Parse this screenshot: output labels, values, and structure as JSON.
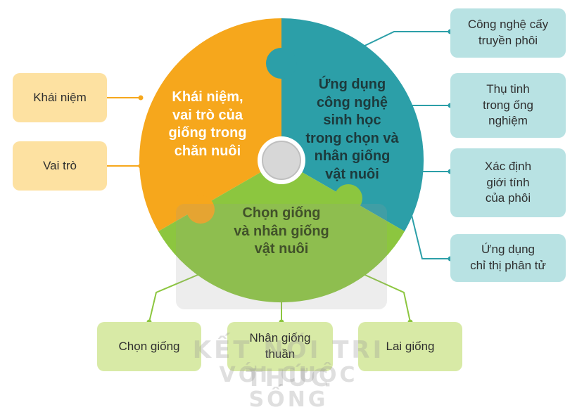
{
  "colors": {
    "orange": "#f6a71c",
    "teal": "#2c9fa8",
    "green": "#8cc63f",
    "hub": "#d7d7d7",
    "left_box": "#fde1a1",
    "right_box": "#b8e2e3",
    "bottom_box": "#d8eaa6"
  },
  "segments": {
    "orange": "Khái niệm,\nvai trò của\ngiống trong\nchăn nuôi",
    "teal": "Ứng dụng\ncông nghệ\nsinh học\ntrong chọn và\nnhân giống\nvật nuôi",
    "green": "Chọn giống\nvà nhân giống\nvật nuôi"
  },
  "left_boxes": [
    "Khái niệm",
    "Vai trò"
  ],
  "right_boxes": [
    "Công nghệ cấy\ntruyền phôi",
    "Thụ tinh\ntrong ống\nnghiệm",
    "Xác định\ngiới tính\ncủa phôi",
    "Ứng dụng\nchỉ thị phân tử"
  ],
  "bottom_boxes": [
    "Chọn giống",
    "Nhân giống\nthuần",
    "Lai giống"
  ],
  "watermark": {
    "line1": "KẾT NỐI TRI THỨC",
    "line2": "VỚI CUỘC SỐNG"
  }
}
